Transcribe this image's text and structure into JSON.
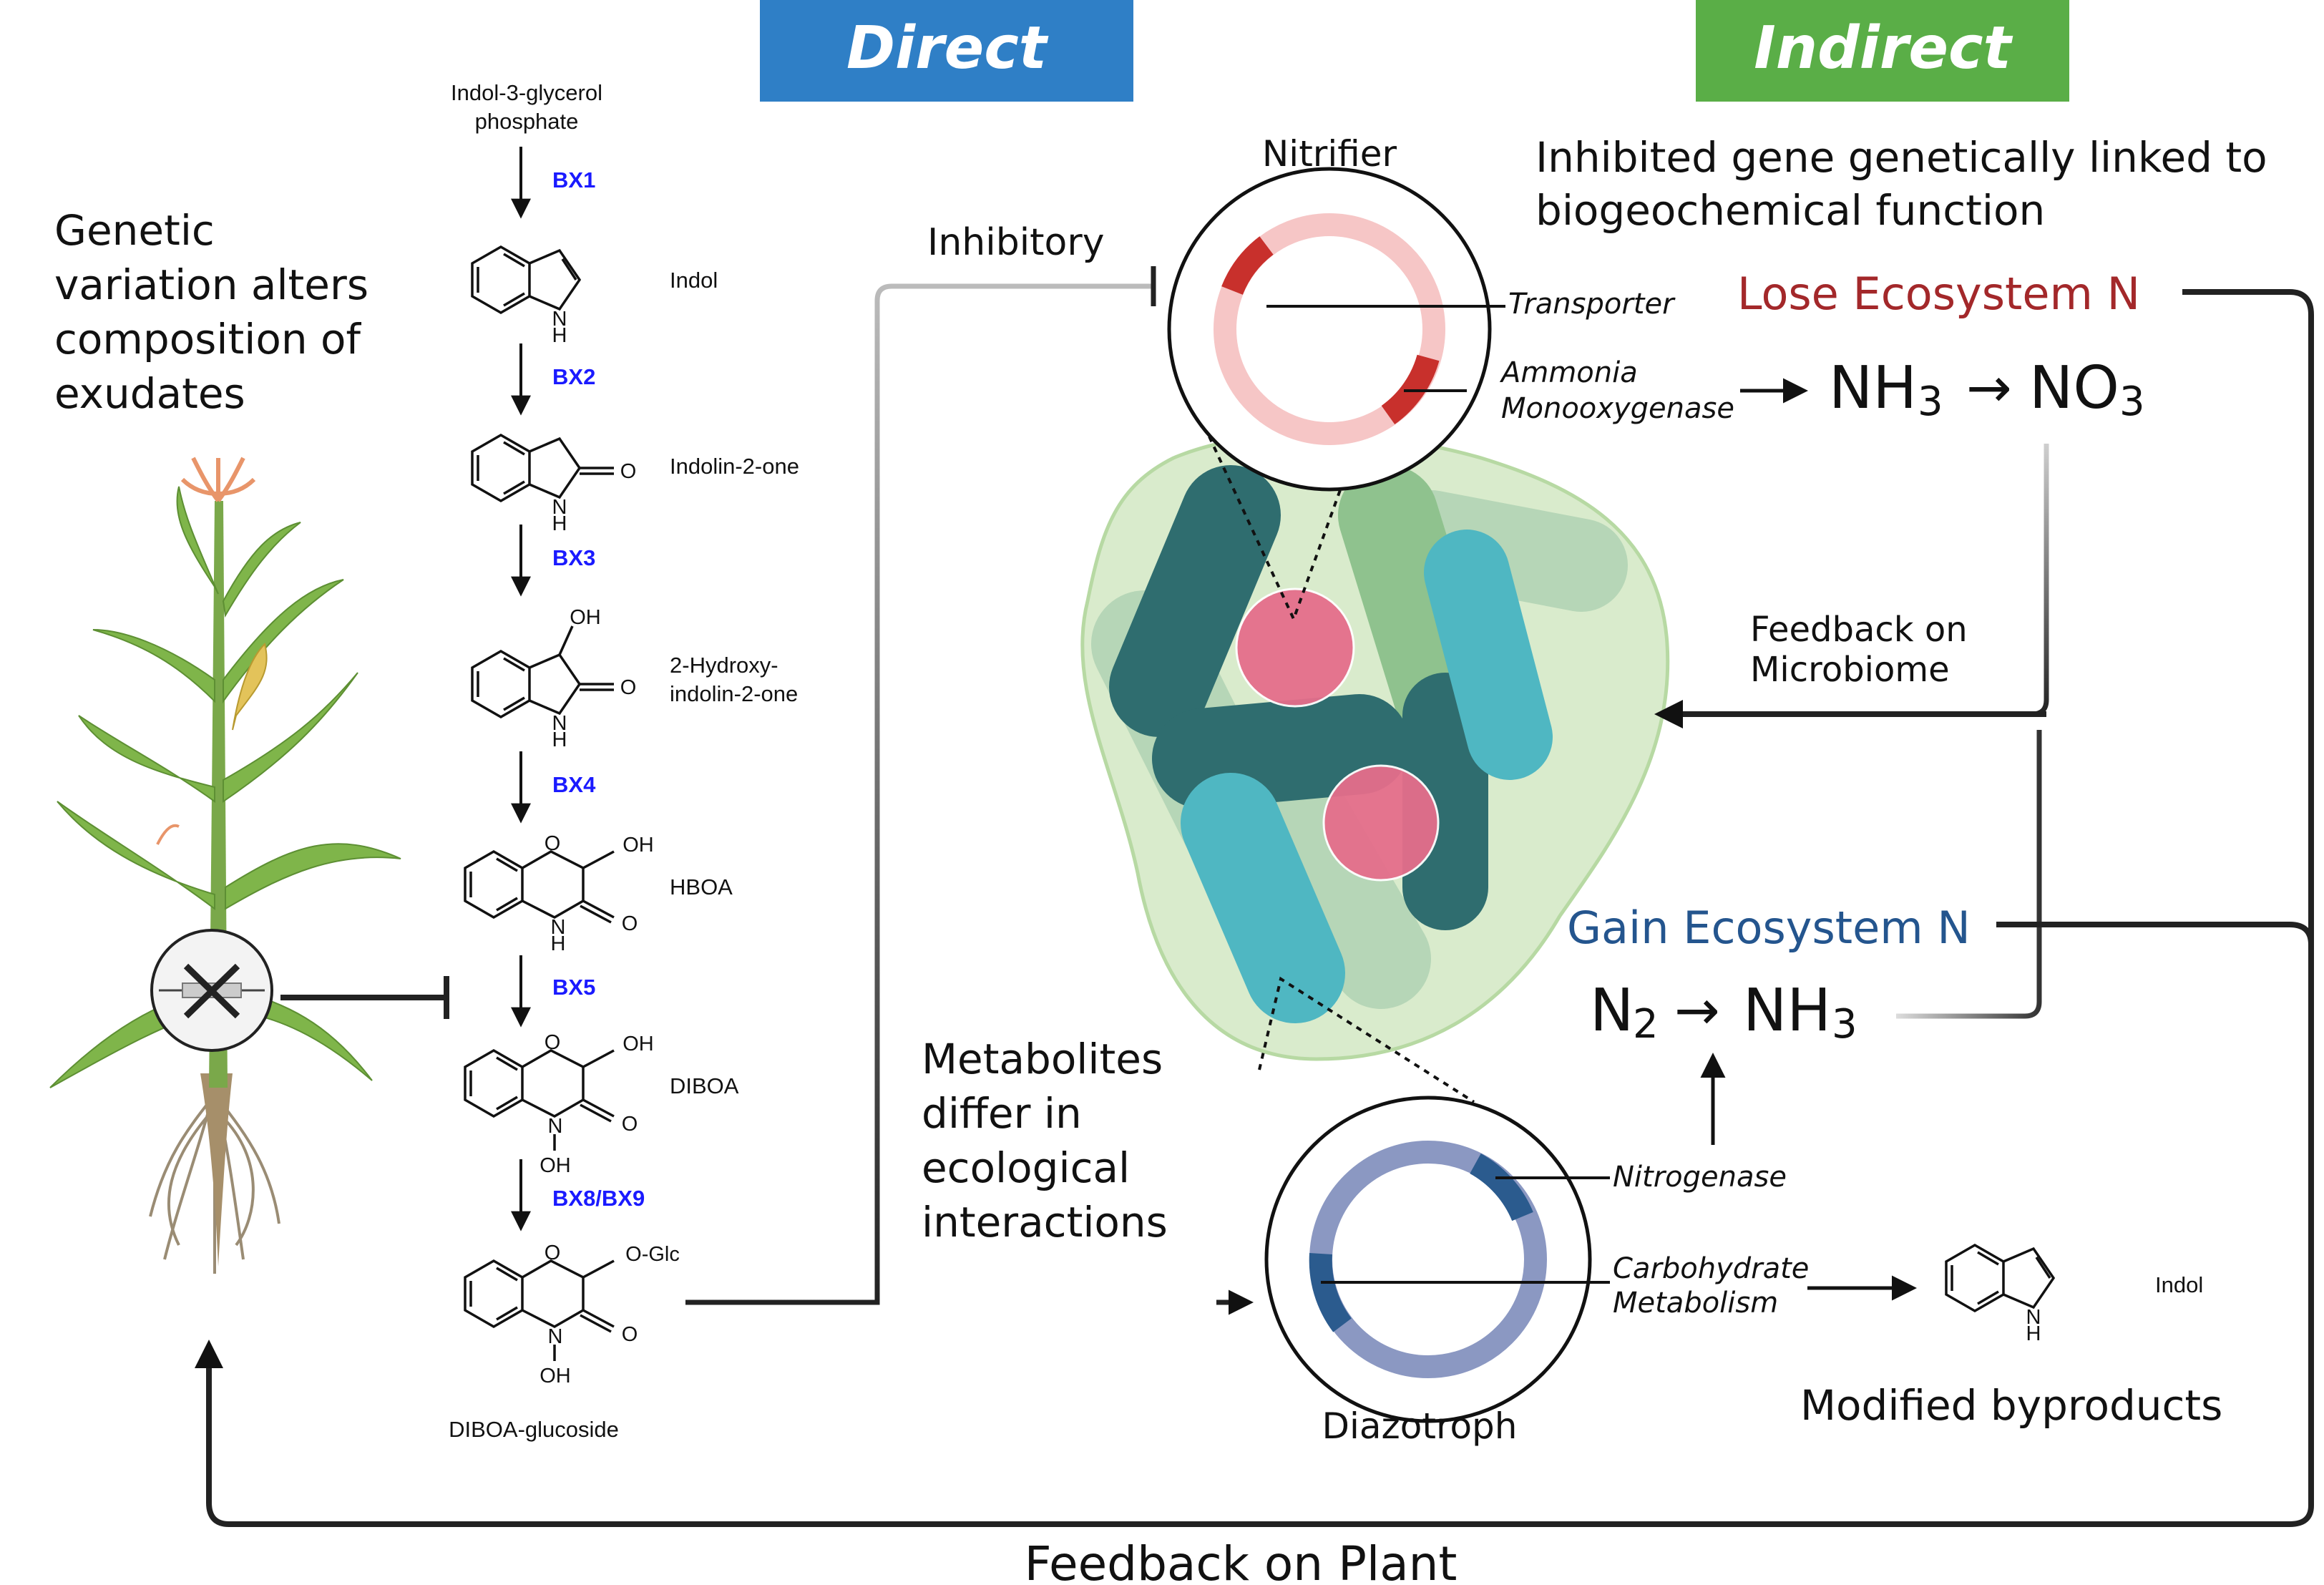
{
  "header": {
    "direct_label": "Direct",
    "indirect_label": "Indirect",
    "direct_color": "#2f7fc6",
    "indirect_color": "#5aae47"
  },
  "plant_panel": {
    "description_text": [
      "Genetic",
      "variation alters",
      "composition of",
      "exudates"
    ],
    "gene_knockout_icon": "x-gene-icon"
  },
  "pathway": {
    "start_compound": [
      "Indol-3-glycerol",
      "phosphate"
    ],
    "steps": [
      {
        "enzyme": "BX1",
        "product": "Indol"
      },
      {
        "enzyme": "BX2",
        "product": "Indolin-2-one"
      },
      {
        "enzyme": "BX3",
        "product": "2-Hydroxy-\nindolin-2-one"
      },
      {
        "enzyme": "BX4",
        "product": "HBOA"
      },
      {
        "enzyme": "BX5",
        "product": "DIBOA"
      },
      {
        "enzyme": "BX8/BX9",
        "product": "DIBOA-glucoside"
      }
    ],
    "third_product_lines": [
      "2-Hydroxy-",
      "indolin-2-one"
    ],
    "atoms": {
      "nh": "N",
      "h": "H",
      "o": "O",
      "oh": "OH",
      "oglc": "O-Glc"
    }
  },
  "direct": {
    "inhibitory_label": "Inhibitory",
    "metabolites_text": [
      "Metabolites",
      "differ in",
      "ecological",
      "interactions"
    ]
  },
  "nitrifier": {
    "title": "Nitrifier",
    "genes": [
      "Transporter",
      "Ammonia",
      "Monooxygenase"
    ],
    "ring_color": "#f6c6c6",
    "gene_color": "#c8302c"
  },
  "diazotroph": {
    "title": "Diazotroph",
    "genes": [
      "Nitrogenase",
      "Carbohydrate",
      "Metabolism"
    ],
    "ring_color": "#8b98c2",
    "gene_color": "#2b5b8e"
  },
  "indirect": {
    "heading_lines": [
      "Inhibited gene genetically linked to",
      "biogeochemical  function"
    ],
    "lose_label": "Lose Ecosystem N",
    "lose_color": "#a3282a",
    "gain_label": "Gain Ecosystem N",
    "gain_color": "#24558e",
    "reaction1": {
      "left": "NH",
      "left_sub": "3",
      "arrow": "→",
      "right": "NO",
      "right_sub": "3"
    },
    "reaction2": {
      "left": "N",
      "left_sub": "2",
      "arrow": "→",
      "right": "NH",
      "right_sub": "3"
    },
    "feedback_microbiome": [
      "Feedback on",
      "Microbiome"
    ],
    "byproduct_compound": "Indol",
    "modified_byproducts": "Modified byproducts"
  },
  "footer": {
    "feedback_plant": "Feedback on Plant"
  }
}
